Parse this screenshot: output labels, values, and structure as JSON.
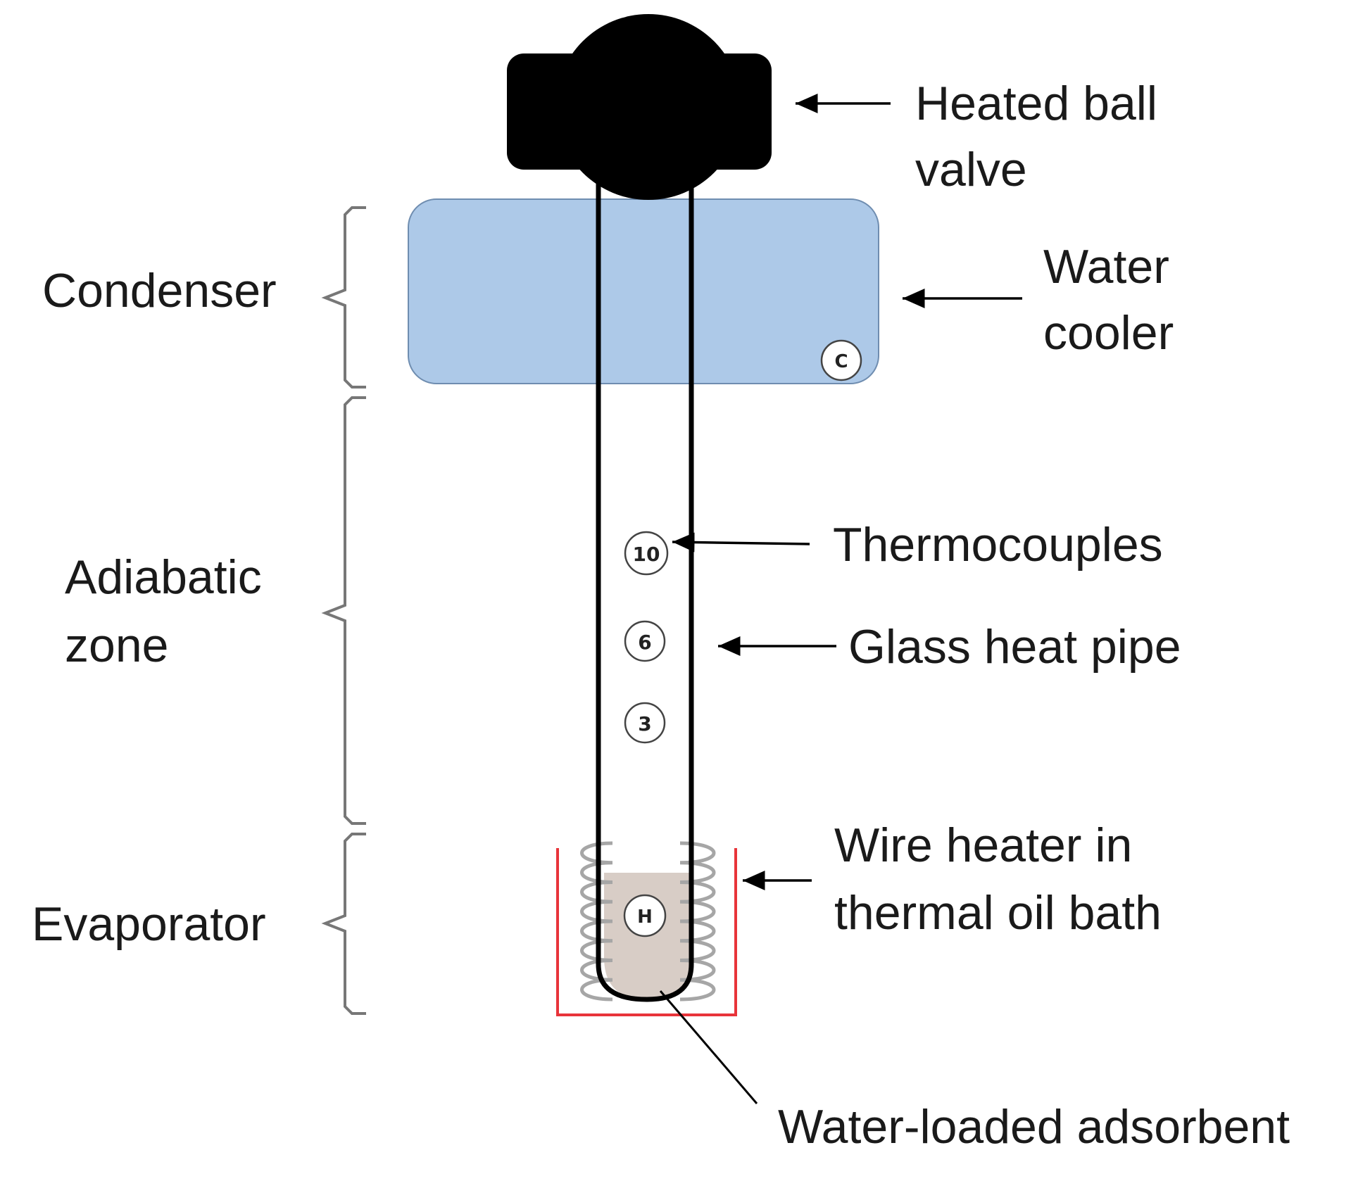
{
  "labels": {
    "heated_ball_valve": [
      "Heated ball",
      "valve"
    ],
    "water_cooler": [
      "Water",
      "cooler"
    ],
    "thermocouples": "Thermocouples",
    "glass_heat_pipe": "Glass heat pipe",
    "wire_heater": [
      "Wire heater in",
      "thermal oil bath"
    ],
    "water_loaded_adsorbent": "Water-loaded adsorbent"
  },
  "zones": {
    "condenser": "Condenser",
    "adiabatic": [
      "Adiabatic",
      "zone"
    ],
    "evaporator": "Evaporator"
  },
  "thermocouples": [
    "C",
    "10",
    "6",
    "3",
    "H"
  ],
  "colors": {
    "cooler_fill": "#adc9e8",
    "cooler_stroke": "#6f8db0",
    "valve": "#000000",
    "bath": "#e8343a",
    "adsorbent": "#d8cdc6",
    "coil": "#a6a6a6"
  }
}
